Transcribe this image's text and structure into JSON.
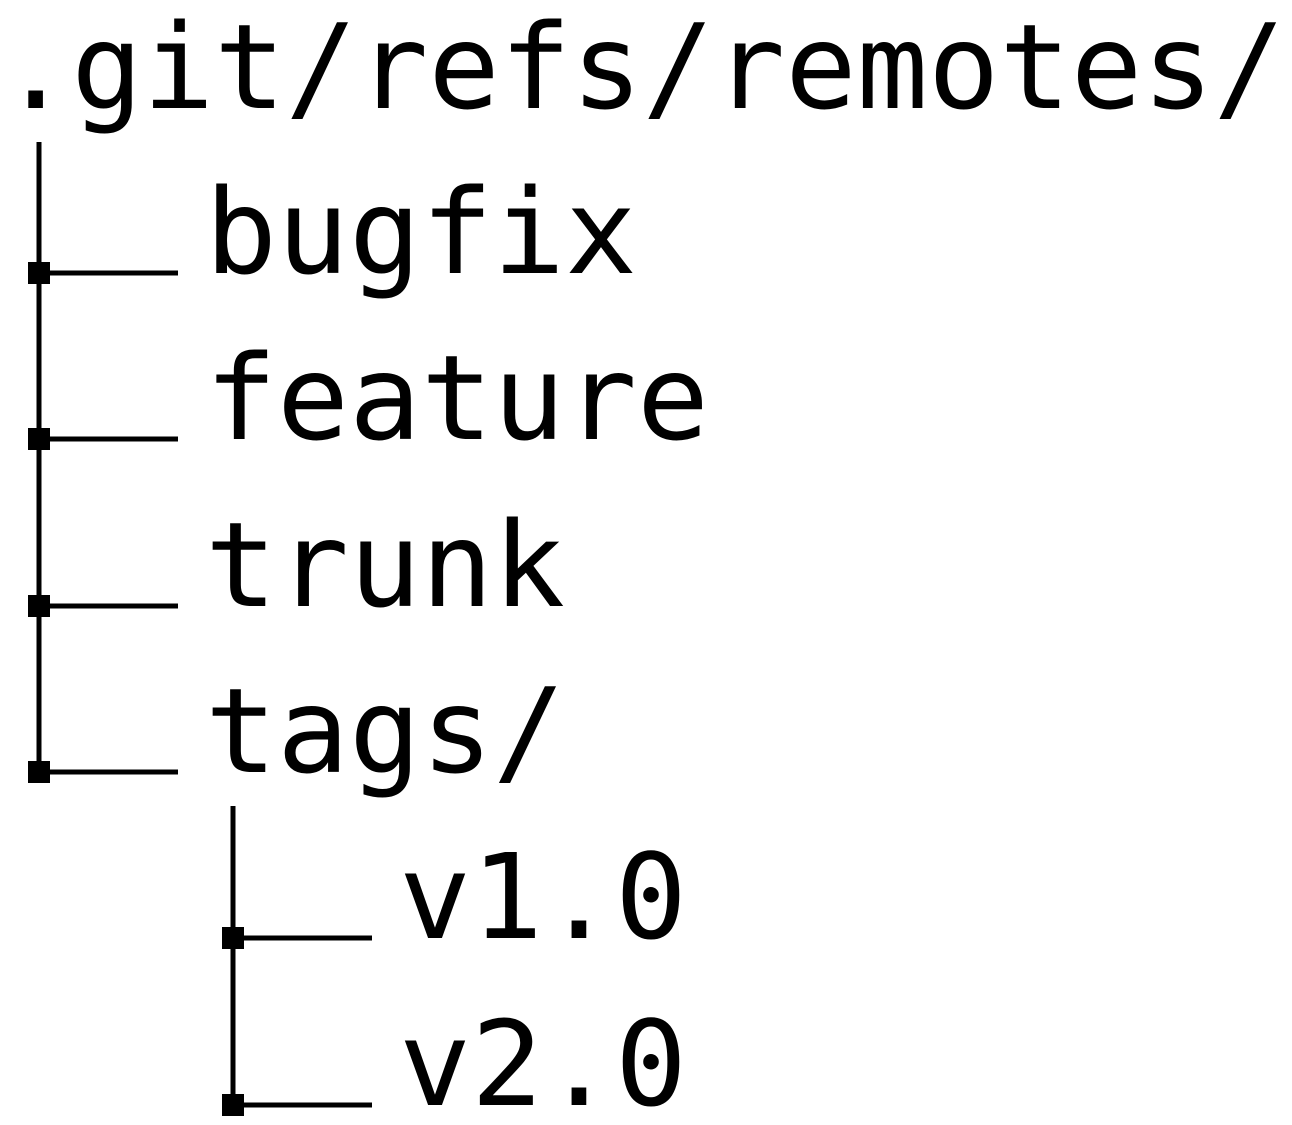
{
  "tree": {
    "root": ".git/refs/remotes/",
    "children": [
      {
        "name": "bugfix"
      },
      {
        "name": "feature"
      },
      {
        "name": "trunk"
      },
      {
        "name": "tags/",
        "children": [
          {
            "name": "v1.0"
          },
          {
            "name": "v2.0"
          }
        ]
      }
    ]
  },
  "colors": {
    "line": "#000000",
    "text": "#000000",
    "background": "#ffffff"
  }
}
